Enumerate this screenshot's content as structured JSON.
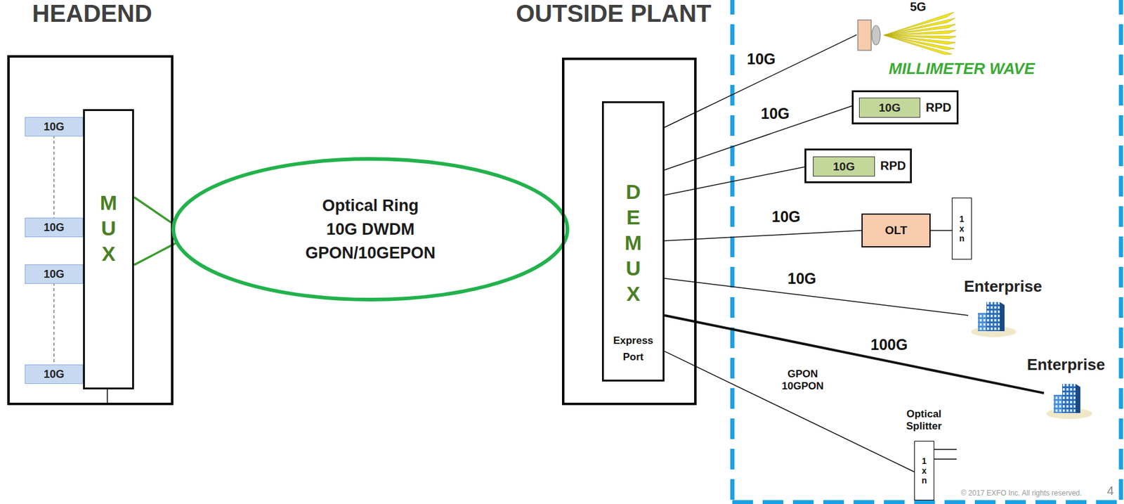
{
  "diagram": {
    "nodes": [
      {
        "text": [
          "HEADEND"
        ]
      },
      {
        "text": [
          "M U X"
        ],
        "in": 0
      },
      {
        "text": [
          "10G"
        ],
        "in": 0
      },
      {
        "text": [
          "10G"
        ],
        "in": 0
      },
      {
        "text": [
          "10G"
        ],
        "in": 0
      },
      {
        "text": [
          "10G"
        ],
        "in": 0
      },
      {
        "text": [
          "Optical Ring",
          "10G DWDM",
          "GPON/10GEPON"
        ]
      },
      {
        "text": [
          "OUTSIDE PLANT"
        ]
      },
      {
        "text": [
          "D E M U X",
          "Express Port"
        ],
        "in": 7
      },
      {
        "text": [
          "5G",
          "MILLIMETER WAVE"
        ]
      },
      {
        "text": [
          "RPD"
        ]
      },
      {
        "text": [
          "10G"
        ],
        "in": 10
      },
      {
        "text": [
          "RPD"
        ]
      },
      {
        "text": [
          "10G"
        ],
        "in": 12
      },
      {
        "text": [
          "OLT"
        ]
      },
      {
        "text": [
          "1 x n"
        ]
      },
      {
        "text": [
          "Enterprise"
        ]
      },
      {
        "text": [
          "Enterprise"
        ]
      },
      {
        "text": [
          "Optical Splitter",
          "1 x n"
        ]
      }
    ],
    "edges": [
      {
        "from": 1,
        "to": 6,
        "arrow": "none"
      },
      {
        "from": 1,
        "to": 6,
        "arrow": "none"
      },
      {
        "from": 8,
        "to": 9,
        "label": "10G",
        "arrow": "none"
      },
      {
        "from": 8,
        "to": 10,
        "label": "10G",
        "arrow": "none"
      },
      {
        "from": 8,
        "to": 12,
        "arrow": "none"
      },
      {
        "from": 8,
        "to": 14,
        "label": "10G",
        "arrow": "none"
      },
      {
        "from": 14,
        "to": 15,
        "arrow": "none"
      },
      {
        "from": 8,
        "to": 16,
        "label": "10G",
        "arrow": "none"
      },
      {
        "from": 8,
        "to": 17,
        "label": "100G",
        "arrow": "none"
      },
      {
        "from": 8,
        "to": 18,
        "label": "GPON 10GPON",
        "arrow": "none"
      }
    ],
    "labels": [
      "© 2017 EXFO Inc. All rights reserved.",
      "4"
    ]
  }
}
